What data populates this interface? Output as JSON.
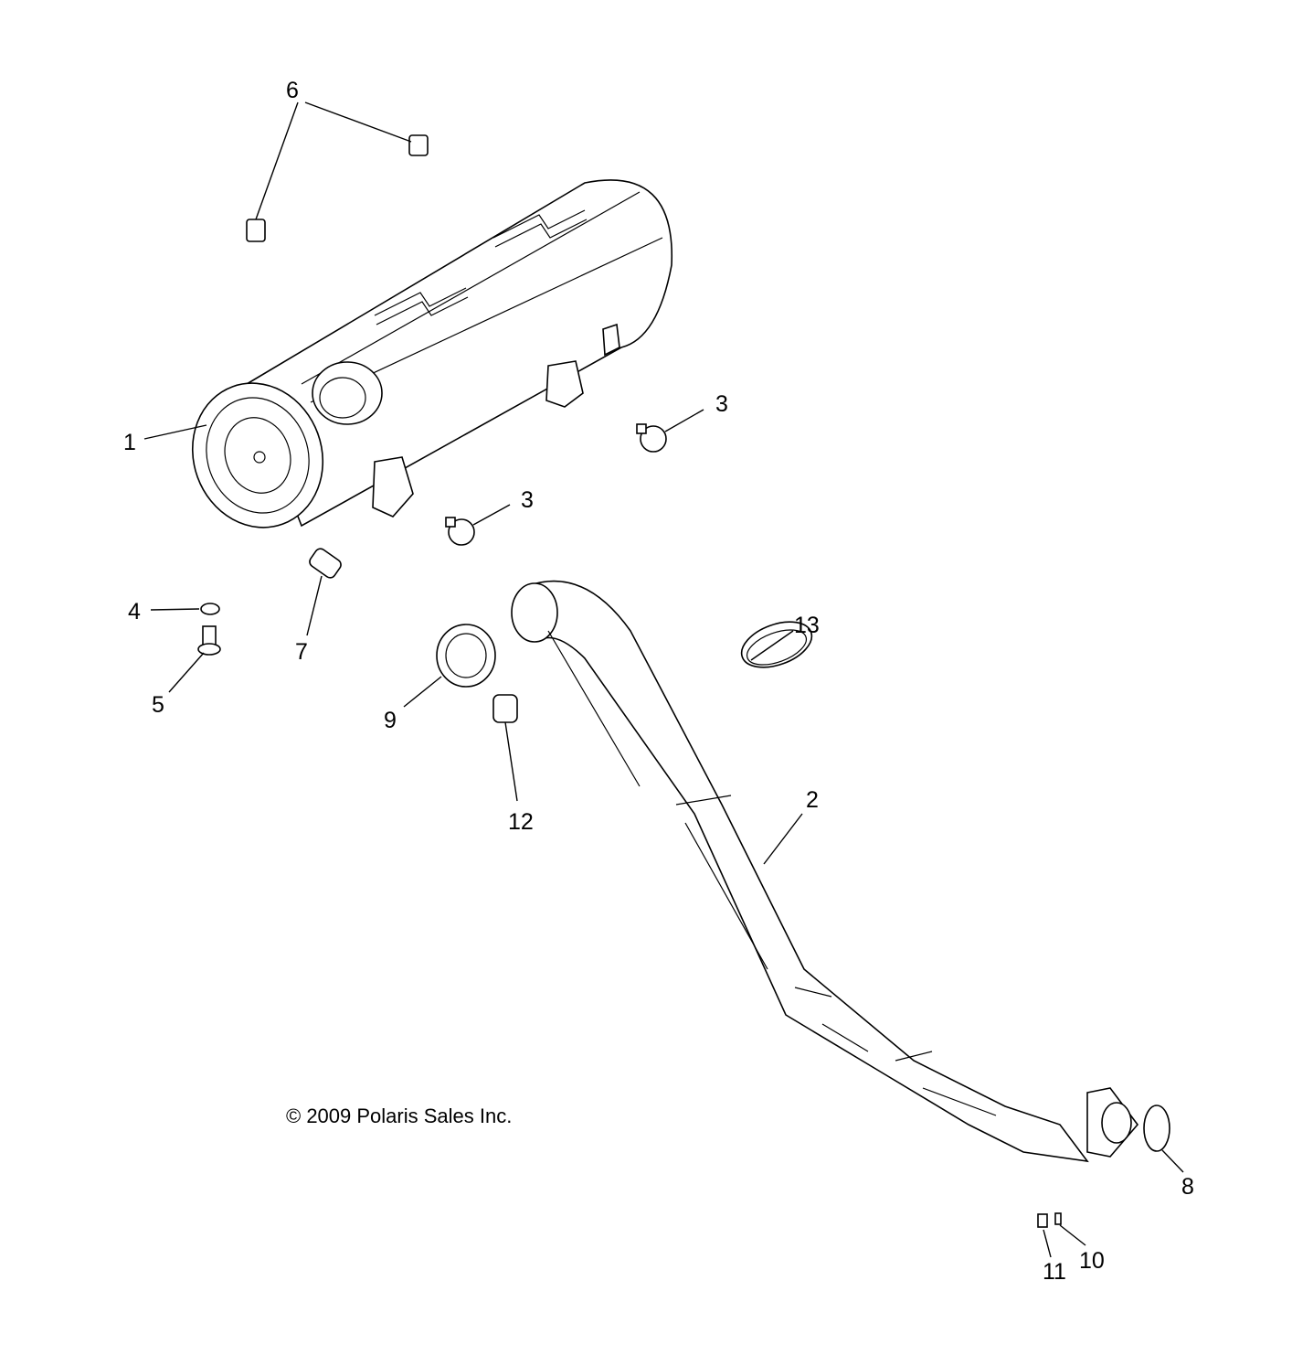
{
  "diagram": {
    "title": "Exhaust parts diagram",
    "copyright": "© 2009 Polaris Sales Inc.",
    "callouts": [
      {
        "id": "c1",
        "label": "1",
        "part": "muffler"
      },
      {
        "id": "c2",
        "label": "2",
        "part": "head-pipe"
      },
      {
        "id": "c3a",
        "label": "3",
        "part": "grommet"
      },
      {
        "id": "c3b",
        "label": "3",
        "part": "grommet"
      },
      {
        "id": "c4",
        "label": "4",
        "part": "washer"
      },
      {
        "id": "c5",
        "label": "5",
        "part": "bolt"
      },
      {
        "id": "c6",
        "label": "6",
        "part": "clip-nut"
      },
      {
        "id": "c7",
        "label": "7",
        "part": "spring"
      },
      {
        "id": "c8",
        "label": "8",
        "part": "gasket"
      },
      {
        "id": "c9",
        "label": "9",
        "part": "seal"
      },
      {
        "id": "c10",
        "label": "10",
        "part": "washer"
      },
      {
        "id": "c11",
        "label": "11",
        "part": "nut"
      },
      {
        "id": "c12",
        "label": "12",
        "part": "spring"
      },
      {
        "id": "c13",
        "label": "13",
        "part": "clamp"
      }
    ]
  }
}
